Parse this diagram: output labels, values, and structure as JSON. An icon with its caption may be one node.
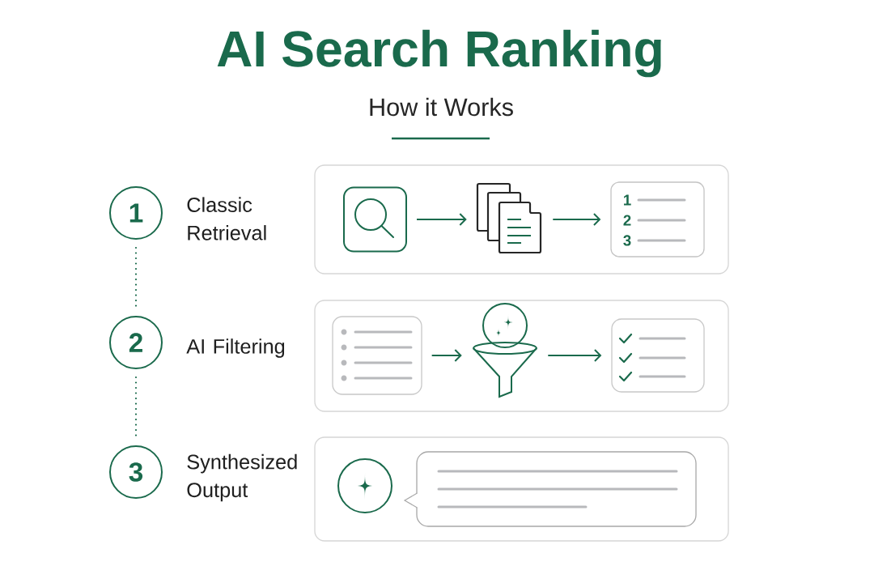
{
  "diagram": {
    "title": "AI Search Ranking",
    "nodes": [
      {
        "text": [
          "1"
        ],
        "beside": [
          "Classic Retrieval"
        ]
      },
      {
        "text": [],
        "shape": "box"
      },
      {
        "text": [],
        "shape": "box",
        "in": 1
      },
      {
        "text": [],
        "shape": "picture",
        "in": 1
      },
      {
        "text": [
          "1",
          "2",
          "3"
        ],
        "in": 1
      },
      {
        "text": [
          "2"
        ],
        "beside": [
          "AI Filtering"
        ]
      },
      {
        "text": [],
        "shape": "box"
      },
      {
        "text": [],
        "shape": "box",
        "in": 6
      },
      {
        "text": [],
        "shape": "picture",
        "in": 6
      },
      {
        "text": [],
        "shape": "box",
        "in": 6
      },
      {
        "text": [
          "3"
        ],
        "beside": [
          "Synthesized Output"
        ]
      },
      {
        "text": [],
        "shape": "box"
      },
      {
        "text": [],
        "shape": "circle",
        "in": 11
      },
      {
        "text": [],
        "shape": "bubble",
        "in": 11
      }
    ],
    "edges": [
      {
        "from": 0,
        "to": 5,
        "arrow": "none",
        "style": "dashed"
      },
      {
        "from": 5,
        "to": 10,
        "arrow": "none",
        "style": "dashed"
      },
      {
        "from": 2,
        "to": 3,
        "arrow": "to"
      },
      {
        "from": 3,
        "to": 4,
        "arrow": "to"
      },
      {
        "from": 7,
        "to": 8,
        "arrow": "to"
      },
      {
        "from": 8,
        "to": 9,
        "arrow": "to"
      }
    ],
    "labels": [
      "How it Works"
    ]
  }
}
